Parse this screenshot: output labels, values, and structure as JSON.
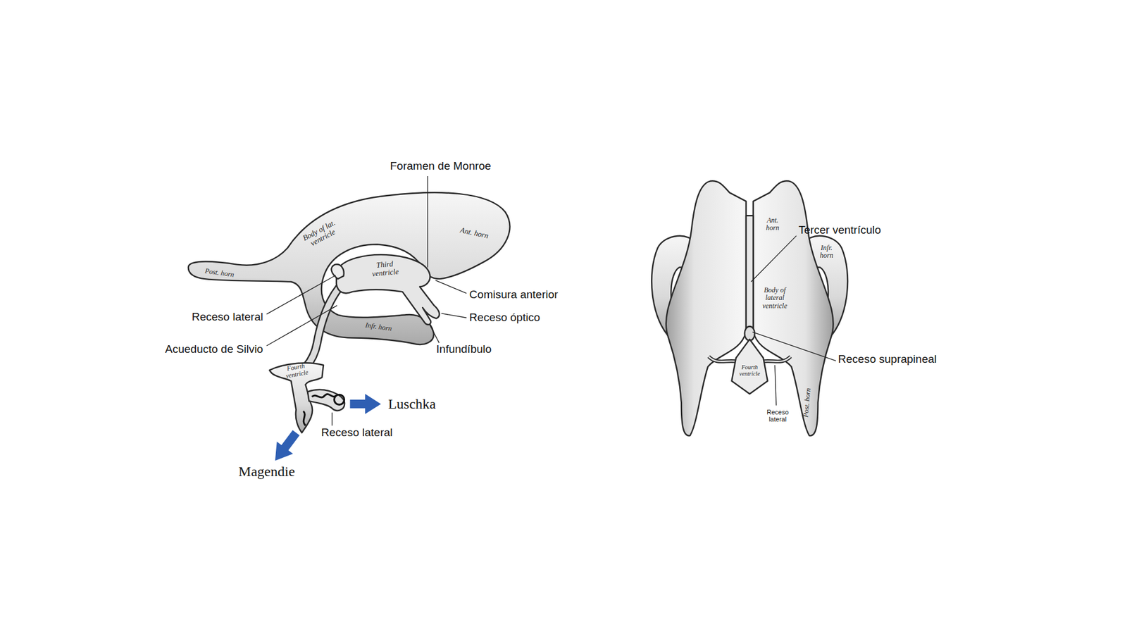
{
  "diagram": {
    "labels": [
      "Foramen de Monroe",
      "Body of lat. ventricle",
      "Post. horn",
      "Third ventricle",
      "Ant. horn",
      "Comisura anterior",
      "Receso lateral",
      "Receso óptico",
      "Acueducto de Silvio",
      "Infr. horn",
      "Infundíbulo",
      "Fourth ventricle",
      "Luschka",
      "Receso lateral",
      "Magendie",
      "Ant. horn",
      "Tercer ventrículo",
      "Infr. horn",
      "Body of lateral ventricle",
      "Receso suprapineal",
      "Fourth ventricle",
      "Receso lateral",
      "Post. horn"
    ]
  }
}
